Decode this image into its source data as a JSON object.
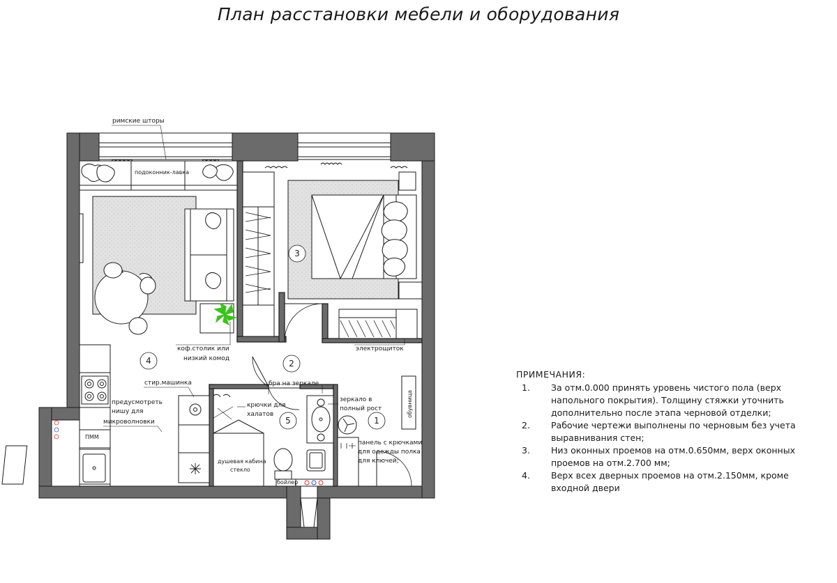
{
  "title": "План расстановки мебели и оборудования",
  "labels": {
    "roman_blinds": "римские шторы",
    "sill_bench": "подоконник-лавка",
    "coffee_table_1": "коф.столик или",
    "coffee_table_2": "низкий комод",
    "elec_panel": "электрощиток",
    "sconce": "бра на зеркале",
    "mirror_1": "зеркало в",
    "mirror_2": "полный рост",
    "washer": "стир.машинка",
    "microwave_1": "предусмотреть",
    "microwave_2": "нишу для",
    "microwave_3": "микроволновки",
    "hooks_1": "крючки для",
    "hooks_2": "халатов",
    "shower_1": "душевая кабина",
    "shower_2": "стекло",
    "boiler": "бойлер",
    "panel_1": "панель с крючками",
    "panel_2": "для одежды полка",
    "panel_3": "для ключей;",
    "dishwasher": "ПММ",
    "shoe_rack": "обувница"
  },
  "rooms": [
    "1",
    "2",
    "3",
    "4",
    "5"
  ],
  "notes": {
    "heading": "ПРИМЕЧАНИЯ:",
    "items": [
      {
        "n": "1.",
        "lines": [
          "За отм.0.000 принять уровень чистого пола (верх",
          "напольного покрытия). Толщину стяжки уточнить",
          "дополнительно после этапа черновой отделки;"
        ]
      },
      {
        "n": "2.",
        "lines": [
          "Рабочие чертежи выполнены по черновым без учета",
          "выравнивания стен;"
        ]
      },
      {
        "n": "3.",
        "lines": [
          "Низ оконных проемов на отм.0.650мм, верх оконных",
          "проемов на отм.2.700 мм;"
        ]
      },
      {
        "n": "4.",
        "lines": [
          "Верх всех дверных проемов на отм.2.150мм, кроме",
          "входной двери"
        ]
      }
    ]
  },
  "colors": {
    "wall": "#6b6b6b",
    "line": "#1a1a1a",
    "rug": "#d9d9d9",
    "plant": "#3cc21e",
    "hot": "#e0322b",
    "cold": "#2b54d6"
  }
}
